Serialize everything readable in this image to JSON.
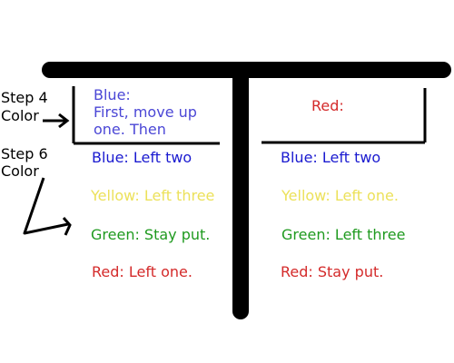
{
  "labels": {
    "step4_line1": "Step 4",
    "step4_line2": "Color",
    "step6_line1": "Step 6",
    "step6_line2": "Color"
  },
  "left_box": {
    "title": "Blue:",
    "line1": "First, move up",
    "line2": "one. Then"
  },
  "right_box": {
    "title": "Red:"
  },
  "left_list": {
    "blue": "Blue: Left two",
    "yellow": "Yellow: Left three",
    "green": "Green: Stay put.",
    "red": "Red: Left one."
  },
  "right_list": {
    "blue": "Blue: Left two",
    "yellow": "Yellow: Left one.",
    "green": "Green: Left three",
    "red": "Red: Stay put."
  },
  "colors": {
    "blue": "#1a1ad0",
    "yellow": "#ece15a",
    "green": "#1f9a1f",
    "red": "#d42a2a"
  }
}
